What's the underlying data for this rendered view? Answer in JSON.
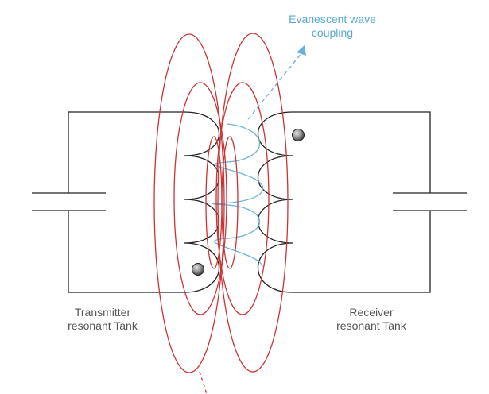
{
  "labels": {
    "transmitter": {
      "line1": "Transmitter",
      "line2": "resonant Tank"
    },
    "receiver": {
      "line1": "Receiver",
      "line2": "resonant Tank"
    },
    "coupling": {
      "line1": "Evanescent wave",
      "line2": "coupling"
    }
  },
  "colors": {
    "circuit": "#222222",
    "field_lines": "#cc3333",
    "coupling_wave": "#6bb3d6",
    "coupling_text": "#5aa9cf",
    "label_text": "#555555",
    "polarity_dot": "#8a8a8a"
  }
}
